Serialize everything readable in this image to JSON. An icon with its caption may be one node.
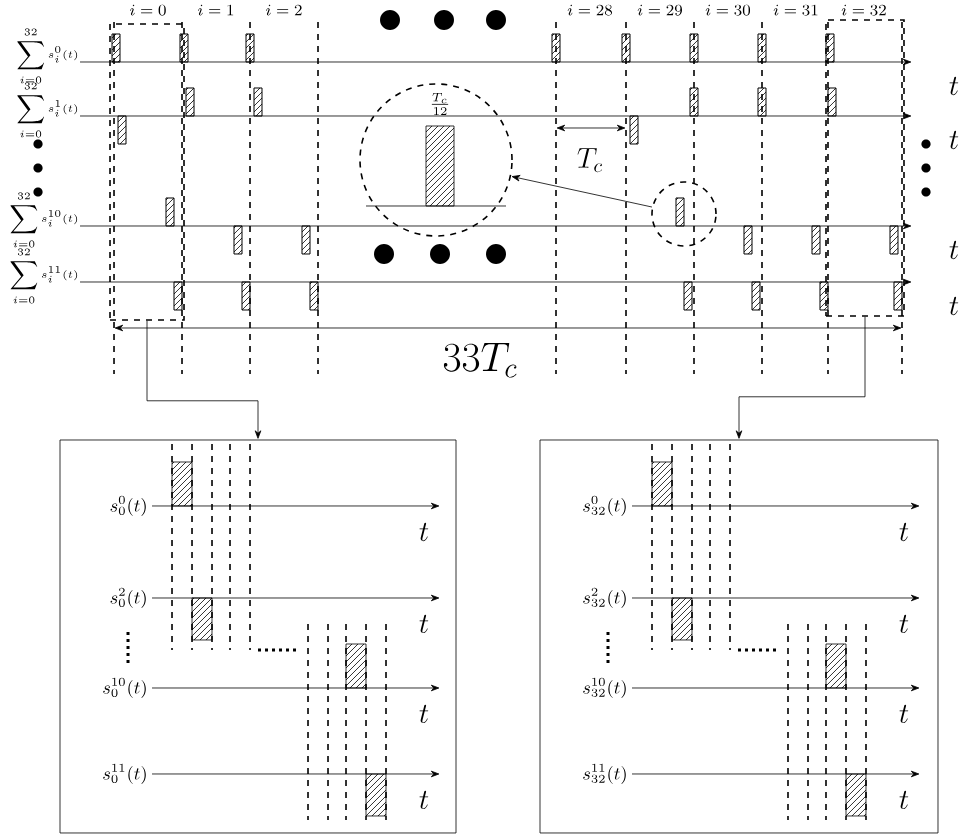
{
  "diagram": {
    "nodes": [
      {
        "text": [],
        "shape": "box"
      },
      {
        "text": [
          "\\frac{T_c}{12}"
        ]
      },
      {
        "text": [],
        "shape": "circle"
      },
      {
        "text": [],
        "shape": "box"
      },
      {
        "text": [
          "s_0^{0}(t)",
          "t",
          "s_0^{2}(t)",
          "t",
          "s_0^{10}(t)",
          "t",
          "s_0^{11}(t)",
          "t"
        ]
      },
      {
        "text": [
          "s_{32}^{0}(t)",
          "t",
          "s_{32}^{2}(t)",
          "t",
          "s_{32}^{10}(t)",
          "t",
          "s_{32}^{11}(t)",
          "t"
        ]
      }
    ],
    "edges": [
      {
        "from": 0,
        "to": 4,
        "arrow": "to"
      },
      {
        "from": 3,
        "to": 5,
        "arrow": "to"
      },
      {
        "from": 2,
        "to": 1,
        "arrow": "to"
      }
    ],
    "labels": [
      "i = 0",
      "i = 1",
      "i = 2",
      "i = 28",
      "i = 29",
      "i = 30",
      "i = 31",
      "i = 32",
      "\\sum_{i=0}^{32} s_i^{0}(t)",
      "\\sum_{i=0}^{32} s_i^{1}(t)",
      "\\sum_{i=0}^{32} s_i^{10}(t)",
      "\\sum_{i=0}^{32} s_i^{11}(t)",
      "t",
      "t",
      "t",
      "t",
      "T_c",
      "33T_c"
    ]
  }
}
